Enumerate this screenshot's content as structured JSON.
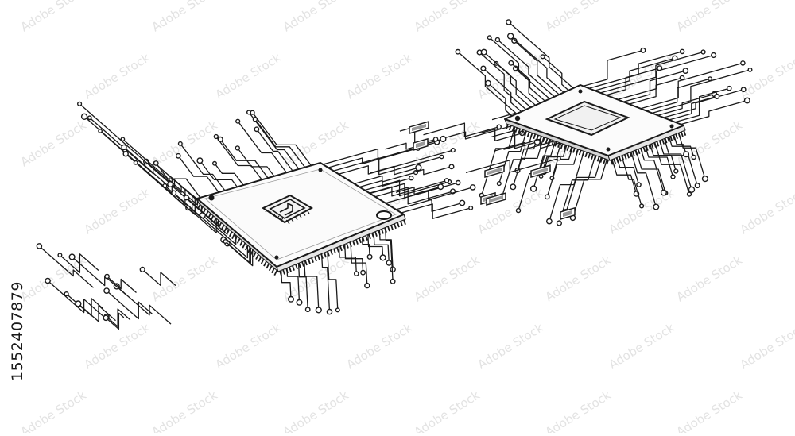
{
  "image": {
    "subject": "isometric line-art circuit board with two microchips",
    "colors": {
      "background": "#ffffff",
      "ink": "#1a1a1a",
      "chip_fill": "#fbfbfb",
      "chip_edge": "#d9d9d9",
      "watermark": "#e3e3e3"
    },
    "stock_id": "1552407879",
    "watermark_text": "Adobe Stock"
  }
}
